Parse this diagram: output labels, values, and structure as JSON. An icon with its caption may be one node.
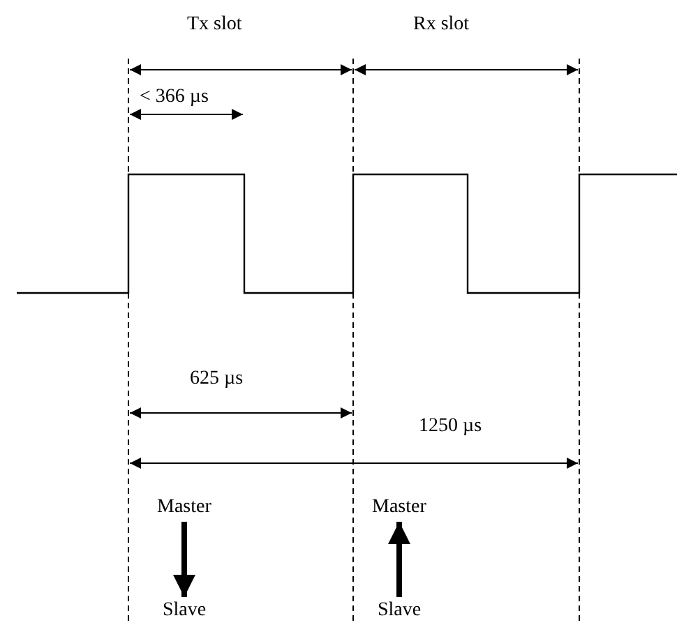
{
  "diagram": {
    "nodes": [
      {
        "text": [
          "Master"
        ]
      },
      {
        "text": [
          "Slave"
        ]
      },
      {
        "text": [
          "Master"
        ]
      },
      {
        "text": [
          "Slave"
        ]
      }
    ],
    "edges": [
      {
        "from": 0,
        "to": 1,
        "arrow": "to"
      },
      {
        "from": 3,
        "to": 2,
        "arrow": "to"
      }
    ],
    "labels": [
      "Tx slot",
      "Rx slot",
      "< 366 µs",
      "625 µs",
      "1250 µs"
    ]
  }
}
